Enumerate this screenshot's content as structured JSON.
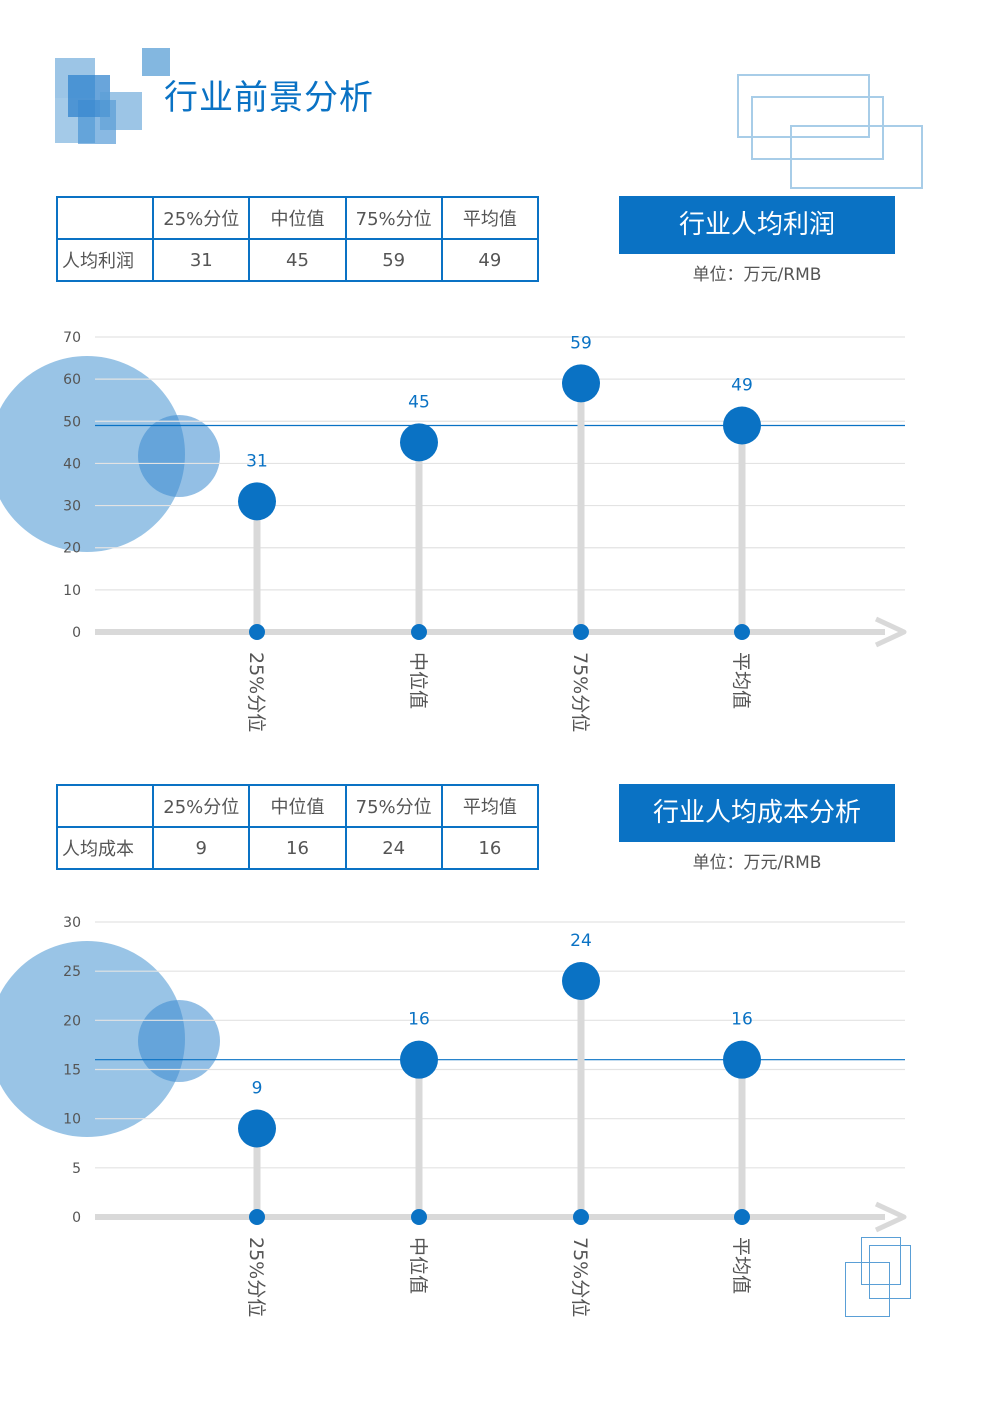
{
  "title": "行业前景分析",
  "colors": {
    "accent": "#0a72c4",
    "light_accent": "#5a9fd6",
    "stem": "#d9d9d9",
    "grid": "#e3e3e3"
  },
  "section1": {
    "banner": "行业人均利润",
    "unit": "单位：万元/RMB",
    "table": {
      "headers": [
        "",
        "25%分位",
        "中位值",
        "75%分位",
        "平均值"
      ],
      "row_label": "人均利润",
      "values": [
        "31",
        "45",
        "59",
        "49"
      ]
    }
  },
  "section2": {
    "banner": "行业人均成本分析",
    "unit": "单位：万元/RMB",
    "table": {
      "headers": [
        "",
        "25%分位",
        "中位值",
        "75%分位",
        "平均值"
      ],
      "row_label": "人均成本",
      "values": [
        "9",
        "16",
        "24",
        "16"
      ]
    }
  },
  "chart_data": [
    {
      "type": "lollipop",
      "categories": [
        "25%分位",
        "中位值",
        "75%分位",
        "平均值"
      ],
      "values": [
        31,
        45,
        59,
        49
      ],
      "yticks": [
        0,
        10,
        20,
        30,
        40,
        50,
        60,
        70
      ],
      "ylim": [
        0,
        70
      ],
      "reference_line": 49,
      "grid": true
    },
    {
      "type": "lollipop",
      "categories": [
        "25%分位",
        "中位值",
        "75%分位",
        "平均值"
      ],
      "values": [
        9,
        16,
        24,
        16
      ],
      "yticks": [
        0,
        5,
        10,
        15,
        20,
        25,
        30
      ],
      "ylim": [
        0,
        30
      ],
      "reference_line": 16,
      "grid": true
    }
  ]
}
